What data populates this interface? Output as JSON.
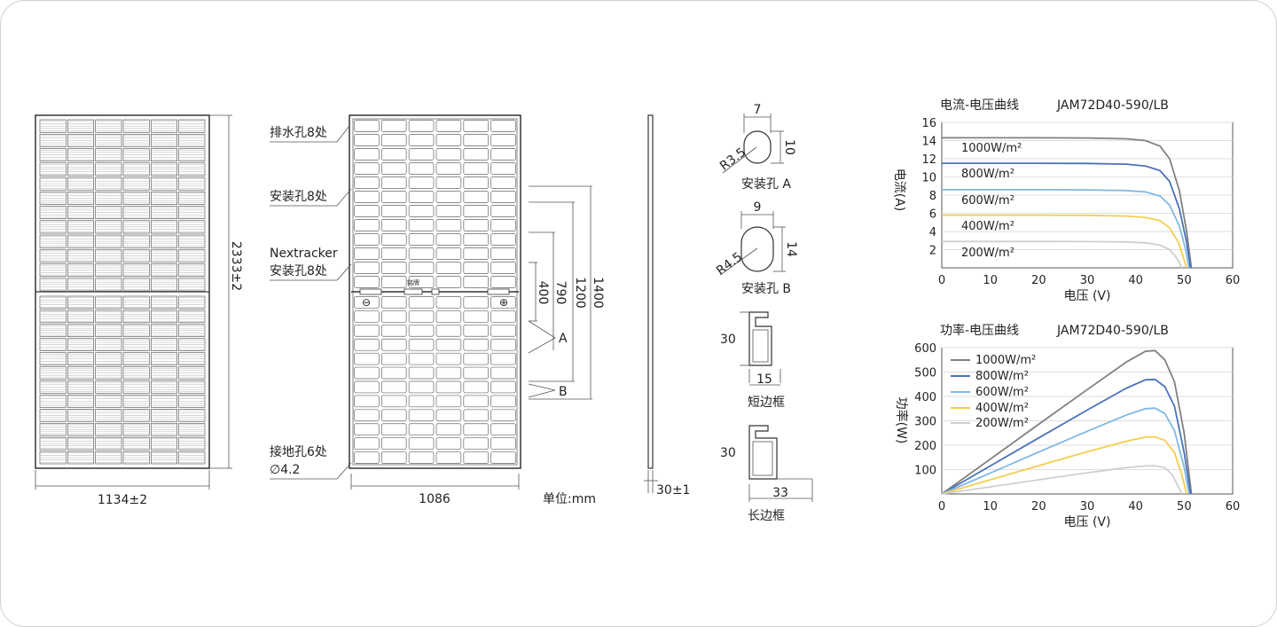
{
  "front_view": {
    "height_label": "2333±2",
    "width_label": "1134±2"
  },
  "back_view": {
    "drain_holes": "排水孔8处",
    "mount_holes": "安装孔8处",
    "nextracker_1": "Nextracker",
    "nextracker_2": "安装孔8处",
    "ground_holes": "接地孔6处",
    "ground_dia": "∅4.2",
    "width_label": "1086",
    "dim_400": "400",
    "dim_790": "790",
    "dim_1200": "1200",
    "dim_1400": "1400",
    "label_a": "A",
    "label_b": "B",
    "nameplate": "铭牌",
    "minus": "⊖",
    "plus": "⊕",
    "unit": "单位:mm"
  },
  "side_view": {
    "thickness_label": "30±1"
  },
  "details": {
    "hole_a": {
      "w": "7",
      "h": "10",
      "r": "R3.5",
      "caption": "安装孔 A"
    },
    "hole_b": {
      "w": "9",
      "h": "14",
      "r": "R4.5",
      "caption": "安装孔 B"
    },
    "short_frame": {
      "h": "30",
      "w": "15",
      "caption": "短边框"
    },
    "long_frame": {
      "h": "30",
      "w": "33",
      "caption": "长边框"
    }
  },
  "chart_data": [
    {
      "type": "line",
      "title": "电流-电压曲线",
      "model": "JAM72D40-590/LB",
      "xlabel": "电压 (V)",
      "ylabel": "电流(A)",
      "xlim": [
        0,
        60
      ],
      "ylim": [
        0,
        16
      ],
      "xticks": [
        "0",
        "10",
        "20",
        "30",
        "40",
        "50",
        "60"
      ],
      "yticks": [
        "2",
        "4",
        "6",
        "8",
        "10",
        "12",
        "14",
        "16"
      ],
      "grid": true,
      "series": [
        {
          "name": "1000W/m²",
          "color": "#808080",
          "x": [
            0,
            10,
            20,
            30,
            38,
            42,
            45,
            47,
            49,
            50.5,
            51.5
          ],
          "y": [
            14.3,
            14.3,
            14.3,
            14.28,
            14.2,
            14.0,
            13.4,
            12.0,
            8.5,
            4.0,
            0
          ]
        },
        {
          "name": "800W/m²",
          "color": "#4a72b8",
          "x": [
            0,
            10,
            20,
            30,
            38,
            42,
            45,
            47,
            49,
            50.5,
            51.3
          ],
          "y": [
            11.5,
            11.5,
            11.5,
            11.48,
            11.4,
            11.2,
            10.7,
            9.5,
            6.5,
            2.8,
            0
          ]
        },
        {
          "name": "600W/m²",
          "color": "#7fb8e6",
          "x": [
            0,
            10,
            20,
            30,
            38,
            42,
            45,
            47,
            49,
            50.3,
            51
          ],
          "y": [
            8.6,
            8.6,
            8.6,
            8.58,
            8.5,
            8.35,
            7.9,
            6.9,
            4.6,
            2.0,
            0
          ]
        },
        {
          "name": "400W/m²",
          "color": "#f2cf4e",
          "x": [
            0,
            10,
            20,
            30,
            38,
            42,
            45,
            47,
            48.8,
            49.8,
            50.5
          ],
          "y": [
            5.8,
            5.8,
            5.8,
            5.78,
            5.7,
            5.55,
            5.2,
            4.4,
            2.8,
            1.2,
            0
          ]
        },
        {
          "name": "200W/m²",
          "color": "#cfcfcf",
          "x": [
            0,
            10,
            20,
            30,
            38,
            42,
            45,
            47,
            48,
            49,
            49.5
          ],
          "y": [
            2.9,
            2.9,
            2.9,
            2.89,
            2.85,
            2.75,
            2.5,
            2.0,
            1.4,
            0.6,
            0
          ]
        }
      ]
    },
    {
      "type": "line",
      "title": "功率-电压曲线",
      "model": "JAM72D40-590/LB",
      "xlabel": "电压 (V)",
      "ylabel": "功率(W)",
      "xlim": [
        0,
        60
      ],
      "ylim": [
        0,
        600
      ],
      "xticks": [
        "0",
        "10",
        "20",
        "30",
        "40",
        "50",
        "60"
      ],
      "yticks": [
        "100",
        "200",
        "300",
        "400",
        "500",
        "600"
      ],
      "grid": true,
      "series": [
        {
          "name": "1000W/m²",
          "color": "#808080",
          "x": [
            0,
            10,
            20,
            30,
            38,
            42,
            44,
            46,
            48,
            50,
            51.5
          ],
          "y": [
            0,
            143,
            286,
            428,
            540,
            585,
            588,
            550,
            460,
            250,
            0
          ]
        },
        {
          "name": "800W/m²",
          "color": "#4a72b8",
          "x": [
            0,
            10,
            20,
            30,
            38,
            42,
            44,
            46,
            48,
            50,
            51.3
          ],
          "y": [
            0,
            115,
            230,
            344,
            433,
            468,
            470,
            440,
            360,
            170,
            0
          ]
        },
        {
          "name": "600W/m²",
          "color": "#7fb8e6",
          "x": [
            0,
            10,
            20,
            30,
            38,
            42,
            44,
            46,
            48,
            50,
            51
          ],
          "y": [
            0,
            86,
            172,
            257,
            323,
            350,
            352,
            330,
            260,
            110,
            0
          ]
        },
        {
          "name": "400W/m²",
          "color": "#f2cf4e",
          "x": [
            0,
            10,
            20,
            30,
            38,
            42,
            44,
            46,
            48,
            49.5,
            50.5
          ],
          "y": [
            0,
            58,
            116,
            173,
            216,
            233,
            234,
            220,
            170,
            80,
            0
          ]
        },
        {
          "name": "200W/m²",
          "color": "#cfcfcf",
          "x": [
            0,
            10,
            20,
            30,
            38,
            42,
            44,
            46,
            47.5,
            48.8,
            49.5
          ],
          "y": [
            0,
            29,
            58,
            87,
            108,
            115,
            116,
            108,
            80,
            30,
            0
          ]
        }
      ]
    }
  ]
}
